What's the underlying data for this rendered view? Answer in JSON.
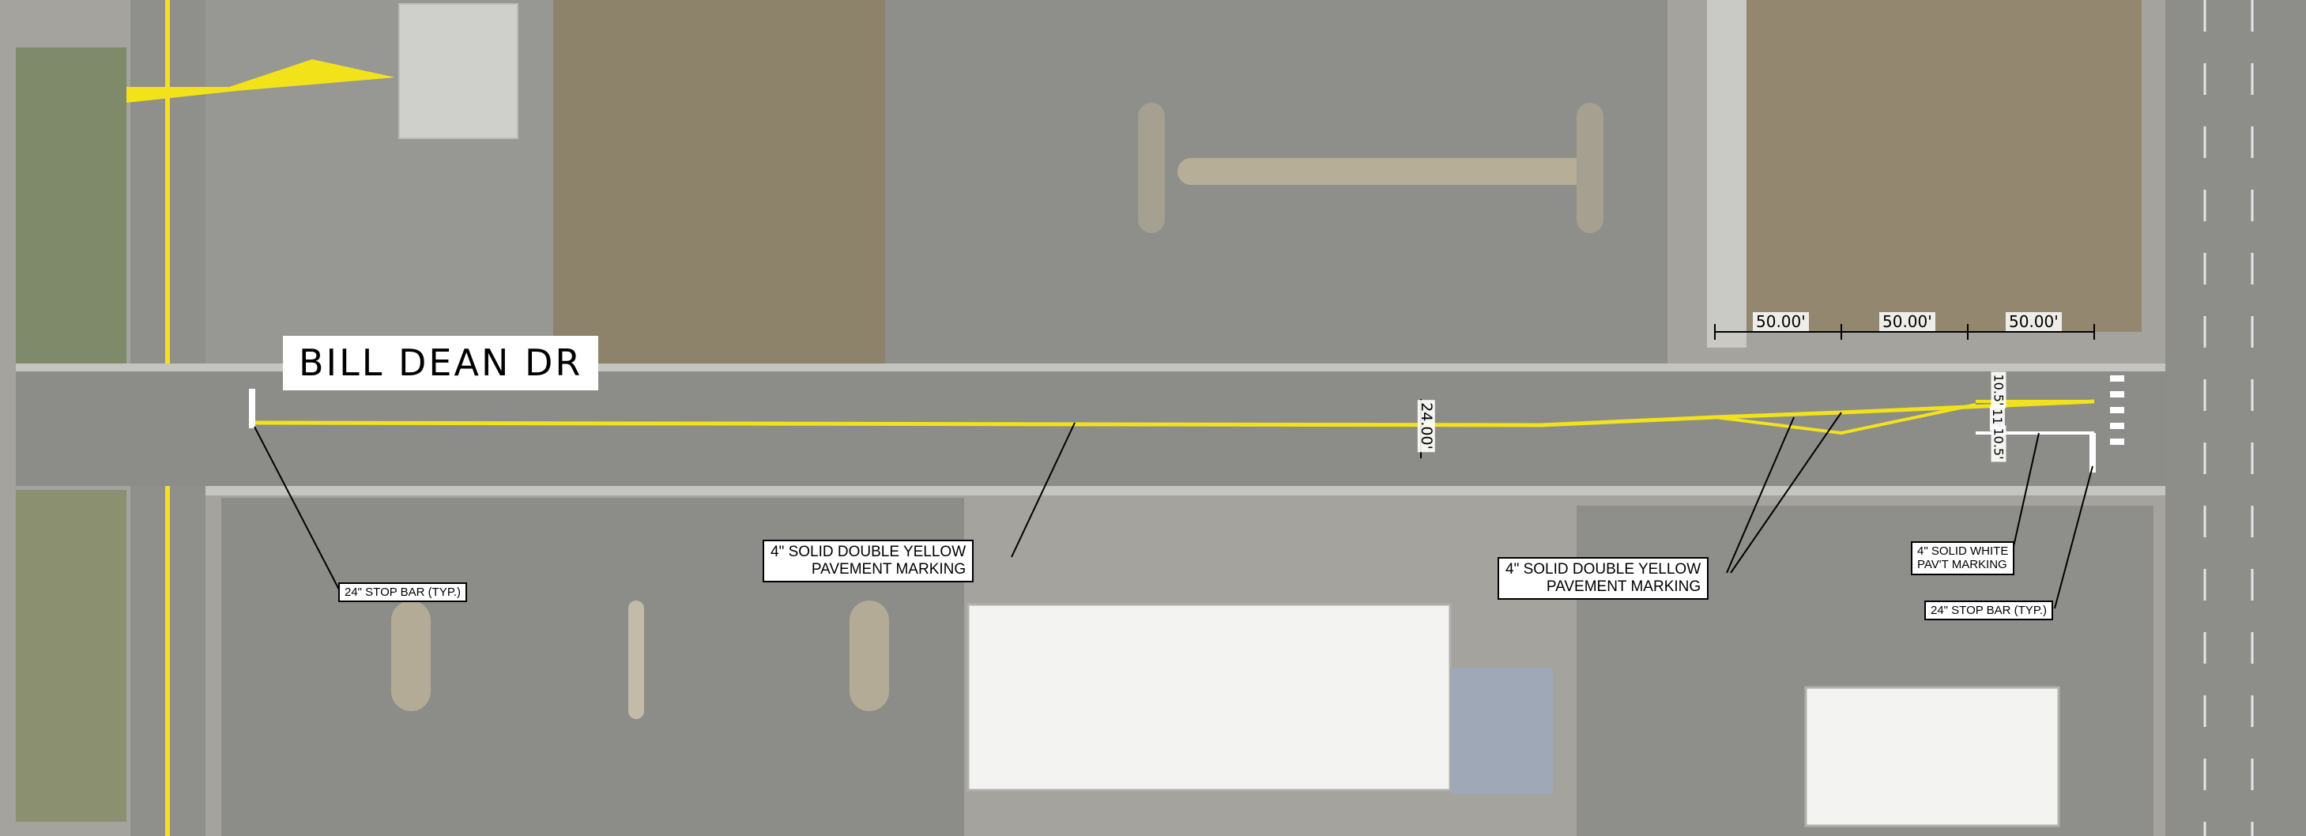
{
  "street_label": "BILL DEAN DR",
  "notes": {
    "stop_bar_left": "24\" STOP BAR (TYP.)",
    "double_yellow_left_line1": "4\" SOLID DOUBLE YELLOW",
    "double_yellow_left_line2": "PAVEMENT MARKING",
    "double_yellow_right_line1": "4\" SOLID DOUBLE YELLOW",
    "double_yellow_right_line2": "PAVEMENT MARKING",
    "solid_white_line1": "4\" SOLID WHITE",
    "solid_white_line2": "PAV'T MARKING",
    "stop_bar_right": "24\" STOP BAR (TYP.)"
  },
  "dimensions": {
    "road_width": "24.00'",
    "taper_1": "50.00'",
    "taper_2": "50.00'",
    "taper_3": "50.00'",
    "lane_1": "10.5'",
    "lane_2": "11'",
    "lane_3": "10.5'"
  },
  "colors": {
    "yellow_marking": "#f2e21a",
    "pavement": "#8a8a88",
    "grass": "#8a7e66",
    "building_roof": "#f3f3f1"
  }
}
